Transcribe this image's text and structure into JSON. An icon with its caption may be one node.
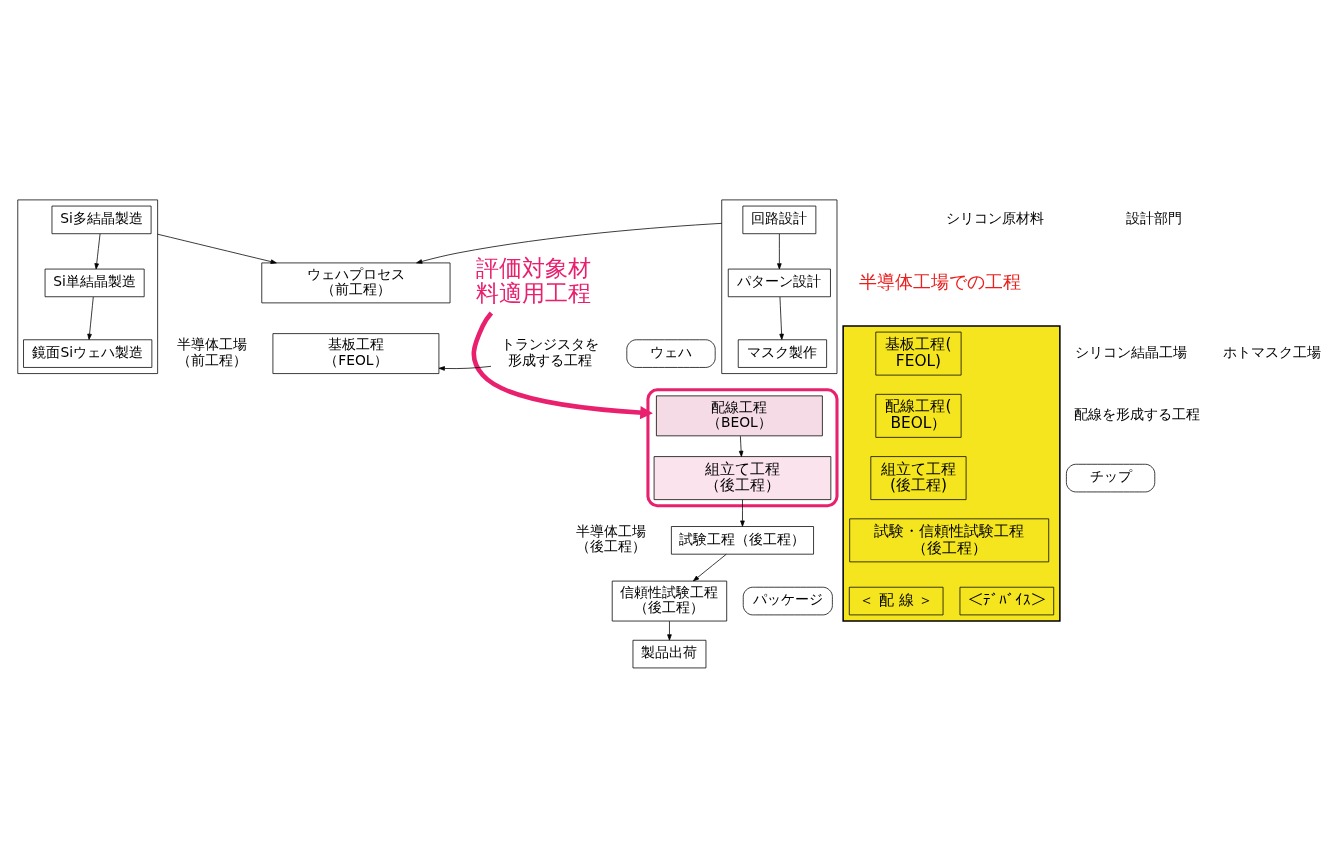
{
  "diagram": {
    "nodes": [
      {
        "text": [],
        "shape": "box"
      },
      {
        "text": [
          "Si多結晶製造"
        ],
        "in": 0
      },
      {
        "text": [
          "Si単結晶製造"
        ],
        "in": 0
      },
      {
        "text": [
          "鏡面Siウェハ製造"
        ],
        "in": 0
      },
      {
        "text": [],
        "shape": "box"
      },
      {
        "text": [
          "回路設計"
        ],
        "in": 4
      },
      {
        "text": [
          "パターン設計"
        ],
        "in": 4
      },
      {
        "text": [
          "マスク製作"
        ],
        "in": 4
      },
      {
        "text": [],
        "shape": "box"
      },
      {
        "text": [
          "基板工程(FEOL)"
        ],
        "in": 8
      },
      {
        "text": [
          "配線工程(BEOL）"
        ],
        "in": 8
      },
      {
        "text": [
          "組立て工程(後工程)"
        ],
        "in": 8
      },
      {
        "text": [
          "試験・信頼性試験工程（後工程）"
        ],
        "in": 8
      },
      {
        "text": [
          "＜ 配 線 ＞"
        ],
        "in": 8
      },
      {
        "text": [
          "＜ﾃﾞﾊﾞｲｽ＞"
        ],
        "in": 8
      },
      {
        "text": [
          "ウェハプロセス（前工程）"
        ]
      },
      {
        "text": [
          "基板工程（FEOL）"
        ]
      },
      {
        "text": [
          "評価対象材料適用工程"
        ]
      },
      {
        "text": [],
        "shape": "box"
      },
      {
        "text": [
          "配線工程（BEOL）"
        ],
        "in": 18
      },
      {
        "text": [
          "組立て工程（後工程）"
        ],
        "in": 18
      },
      {
        "text": [
          "試験工程（後工程）"
        ]
      },
      {
        "text": [
          "信頼性試験工程（後工程）"
        ]
      },
      {
        "text": [
          "製品出荷"
        ]
      },
      {
        "text": [
          "トランジスタを形成する工程"
        ]
      },
      {
        "text": [
          "ウェハ"
        ]
      },
      {
        "text": [
          "チップ"
        ]
      },
      {
        "text": [
          "パッケージ"
        ]
      }
    ],
    "edges": [
      {
        "from": 1,
        "to": 2,
        "arrow": "to"
      },
      {
        "from": 2,
        "to": 3,
        "arrow": "to"
      },
      {
        "from": 5,
        "to": 6,
        "arrow": "to"
      },
      {
        "from": 6,
        "to": 7,
        "arrow": "to"
      },
      {
        "from": 0,
        "to": 15,
        "arrow": "to"
      },
      {
        "from": 4,
        "to": 15,
        "arrow": "to"
      },
      {
        "from": 24,
        "to": 16,
        "arrow": "to"
      },
      {
        "from": 17,
        "to": 18,
        "arrow": "to",
        "style": "thick",
        "color": "#e8206e"
      },
      {
        "from": 19,
        "to": 20,
        "arrow": "to"
      },
      {
        "from": 20,
        "to": 21,
        "arrow": "to"
      },
      {
        "from": 21,
        "to": 22,
        "arrow": "to"
      },
      {
        "from": 22,
        "to": 23,
        "arrow": "to"
      }
    ],
    "labels": [
      "シリコン原材料",
      "シリコン結晶工場",
      "設計部門",
      "ホトマスク工場",
      "半導体工場での工程",
      "半導体工場（前工程）",
      "配線を形成する工程",
      "半導体工場（後工程）"
    ]
  }
}
